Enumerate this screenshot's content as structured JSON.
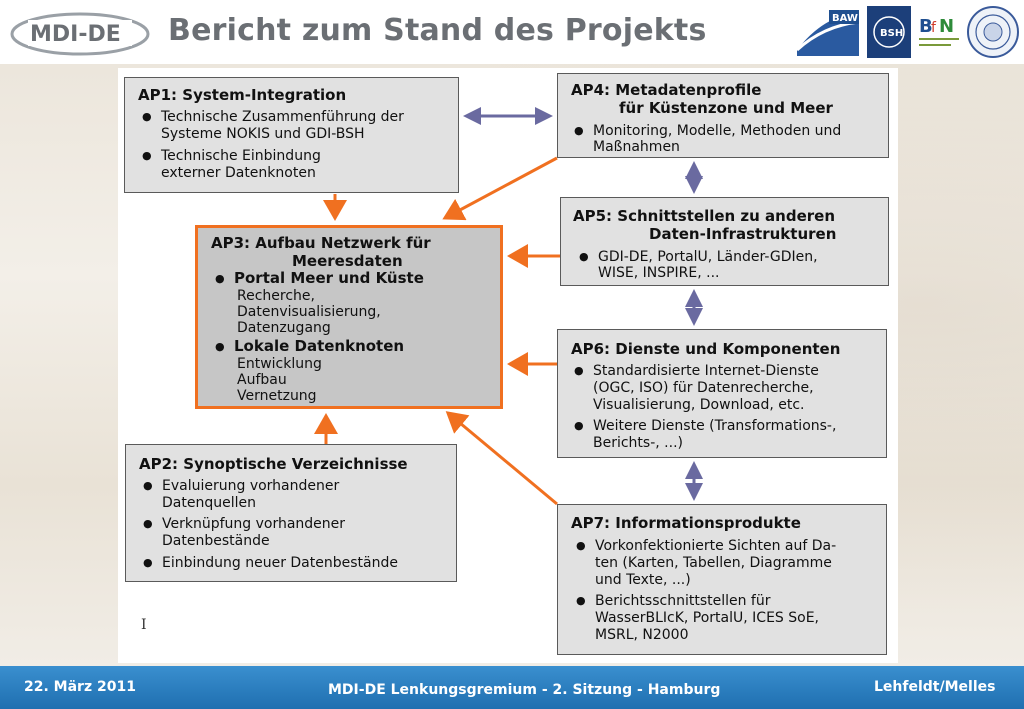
{
  "header": {
    "logo_text": "MDI-DE",
    "title": "Bericht zum Stand des Projekts",
    "partner_logos": [
      "baw-logo",
      "bsh-logo",
      "bfn-logo",
      "university-seal-logo"
    ]
  },
  "boxes": {
    "ap1": {
      "title": "AP1: System-Integration",
      "items": [
        [
          "Technische Zusammenführung der",
          "Systeme NOKIS und GDI-BSH"
        ],
        [
          "Technische Einbindung",
          "externer Datenknoten"
        ]
      ]
    },
    "ap2": {
      "title": "AP2: Synoptische Verzeichnisse",
      "items": [
        [
          "Evaluierung vorhandener",
          "Datenquellen"
        ],
        [
          "Verknüpfung vorhandener",
          "Datenbestände"
        ],
        [
          "Einbindung neuer Datenbestände"
        ]
      ]
    },
    "ap3": {
      "title_line1": "AP3: Aufbau Netzwerk für",
      "title_line2": "Meeresdaten",
      "sub1": "Portal Meer und Küste",
      "sub1_lines": [
        "Recherche,",
        "Datenvisualisierung,",
        "Datenzugang"
      ],
      "sub2": "Lokale Datenknoten",
      "sub2_lines": [
        "Entwicklung",
        "Aufbau",
        "Vernetzung"
      ]
    },
    "ap4": {
      "title_line1": "AP4: Metadatenprofile",
      "title_line2": "für Küstenzone und Meer",
      "items": [
        [
          "Monitoring, Modelle, Methoden und",
          "Maßnahmen"
        ]
      ]
    },
    "ap5": {
      "title_line1": "AP5: Schnittstellen zu anderen",
      "title_line2": "Daten-Infrastrukturen",
      "items": [
        [
          "GDI-DE, PortalU, Länder-GDIen,",
          "WISE, INSPIRE, ..."
        ]
      ]
    },
    "ap6": {
      "title": "AP6: Dienste und Komponenten",
      "items": [
        [
          "Standardisierte Internet-Dienste",
          "(OGC, ISO) für Datenrecherche,",
          "Visualisierung, Download, etc."
        ],
        [
          "Weitere Dienste (Transformations-,",
          "Berichts-, ...)"
        ]
      ]
    },
    "ap7": {
      "title": "AP7: Informationsprodukte",
      "items": [
        [
          "Vorkonfektionierte Sichten auf Da-",
          "ten (Karten, Tabellen, Diagramme",
          "und Texte, ...)"
        ],
        [
          "Berichtsschnittstellen für",
          "WasserBLIcK, PortalU, ICES SoE,",
          "MSRL, N2000"
        ]
      ]
    }
  },
  "cursor_glyph": "I",
  "footer": {
    "date": "22. März 2011",
    "center": "MDI-DE Lenkungsgremium - 2. Sitzung - Hamburg",
    "right": "Lehfeldt/Melles"
  },
  "colors": {
    "arrow_orange": "#f07020",
    "arrow_blue": "#6a6aa0",
    "footer_blue": "#2a7fc0",
    "title_gray": "#6b6f74"
  }
}
